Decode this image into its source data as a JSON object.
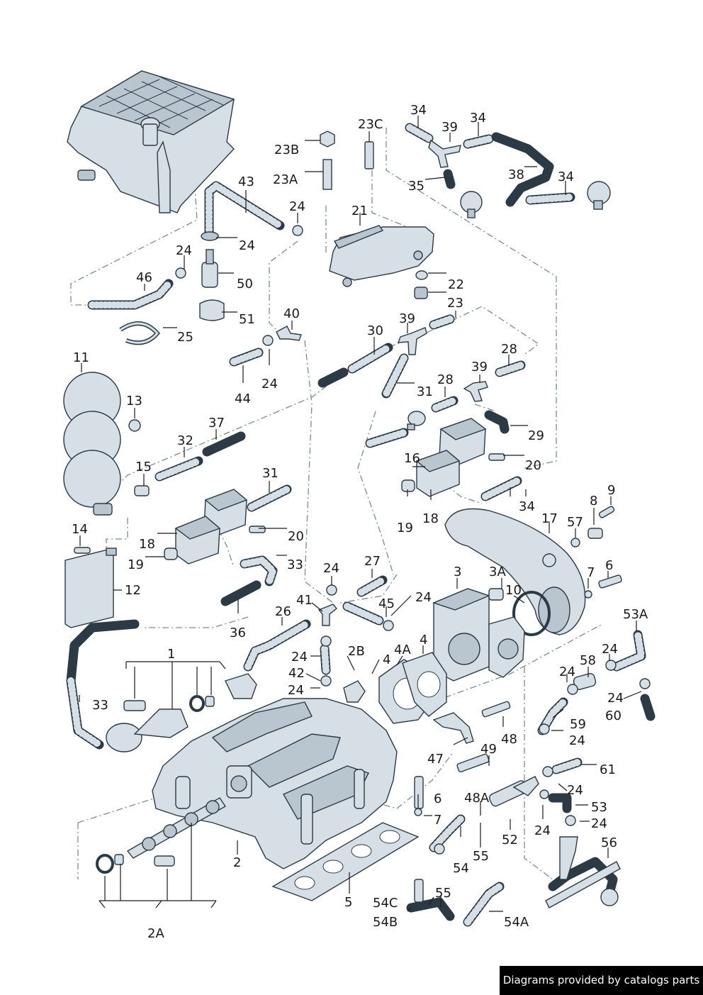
{
  "credit": "Diagrams provided by catalogs parts",
  "colors": {
    "part_fill": "#d6dfe6",
    "outline": "#2b3a45",
    "background": "#ffffff"
  },
  "labels": {
    "l1": "1",
    "l2": "2",
    "l2A": "2A",
    "l2B": "2B",
    "l3": "3",
    "l3A": "3A",
    "l4a": "4",
    "l4b": "4",
    "l4A": "4A",
    "l5": "5",
    "l6a": "6",
    "l6b": "6",
    "l7a": "7",
    "l7b": "7",
    "l8": "8",
    "l9": "9",
    "l10": "10",
    "l11": "11",
    "l12": "12",
    "l13": "13",
    "l14": "14",
    "l15": "15",
    "l16": "16",
    "l17": "17",
    "l18a": "18",
    "l18b": "18",
    "l19a": "19",
    "l19b": "19",
    "l20a": "20",
    "l20b": "20",
    "l21": "21",
    "l22": "22",
    "l23": "23",
    "l23A": "23A",
    "l23B": "23B",
    "l23C": "23C",
    "l24a": "24",
    "l24b": "24",
    "l24c": "24",
    "l24d": "24",
    "l24e": "24",
    "l24f": "24",
    "l24g": "24",
    "l24h": "24",
    "l24i": "24",
    "l24j": "24",
    "l24k": "24",
    "l24l": "24",
    "l24m": "24",
    "l24n": "24",
    "l24o": "24",
    "l25": "25",
    "l26": "26",
    "l27": "27",
    "l28a": "28",
    "l28b": "28",
    "l29": "29",
    "l30": "30",
    "l31a": "31",
    "l31b": "31",
    "l32": "32",
    "l33a": "33",
    "l33b": "33",
    "l34a": "34",
    "l34b": "34",
    "l34c": "34",
    "l34d": "34",
    "l35": "35",
    "l36": "36",
    "l37": "37",
    "l38": "38",
    "l39a": "39",
    "l39b": "39",
    "l39c": "39",
    "l40": "40",
    "l41": "41",
    "l42": "42",
    "l43": "43",
    "l44": "44",
    "l45": "45",
    "l46": "46",
    "l47": "47",
    "l48": "48",
    "l48A": "48A",
    "l49": "49",
    "l50": "50",
    "l51": "51",
    "l52": "52",
    "l53": "53",
    "l53A": "53A",
    "l54": "54",
    "l54A": "54A",
    "l54B": "54B",
    "l54C": "54C",
    "l55a": "55",
    "l55b": "55",
    "l56": "56",
    "l57": "57",
    "l58": "58",
    "l59": "59",
    "l60": "60",
    "l61": "61"
  }
}
